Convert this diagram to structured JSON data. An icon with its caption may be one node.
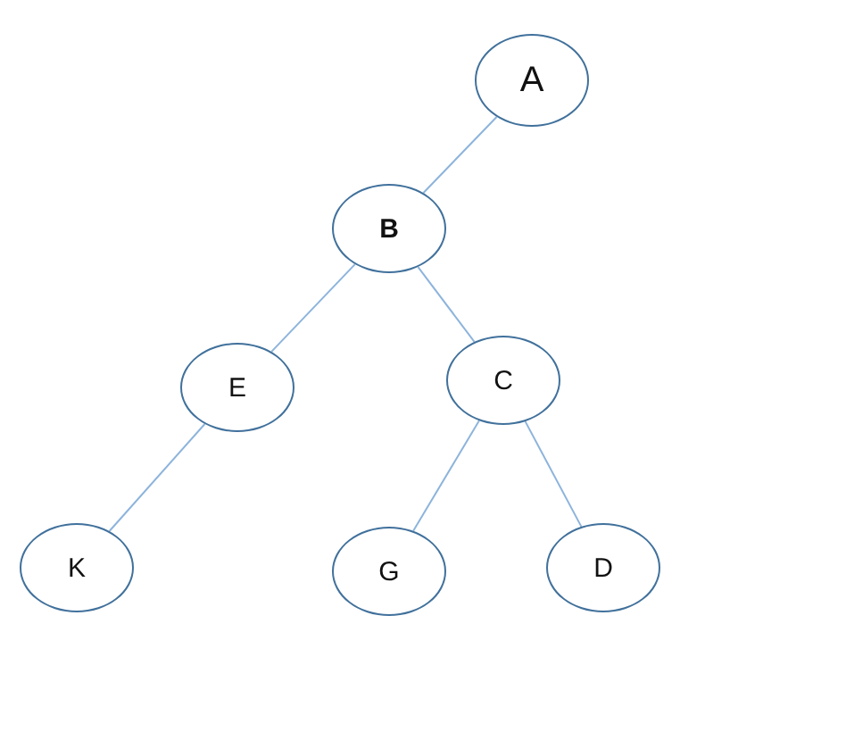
{
  "diagram": {
    "nodes": [
      {
        "text": [
          "A"
        ]
      },
      {
        "text": [
          "B"
        ]
      },
      {
        "text": [
          "E"
        ]
      },
      {
        "text": [
          "C"
        ]
      },
      {
        "text": [
          "K"
        ]
      },
      {
        "text": [
          "G"
        ]
      },
      {
        "text": [
          "D"
        ]
      }
    ],
    "edges": [
      {
        "from": 0,
        "to": 1,
        "arrow": "none"
      },
      {
        "from": 1,
        "to": 2,
        "arrow": "none"
      },
      {
        "from": 1,
        "to": 3,
        "arrow": "none"
      },
      {
        "from": 2,
        "to": 4,
        "arrow": "none"
      },
      {
        "from": 3,
        "to": 5,
        "arrow": "none"
      },
      {
        "from": 3,
        "to": 6,
        "arrow": "none"
      }
    ]
  }
}
